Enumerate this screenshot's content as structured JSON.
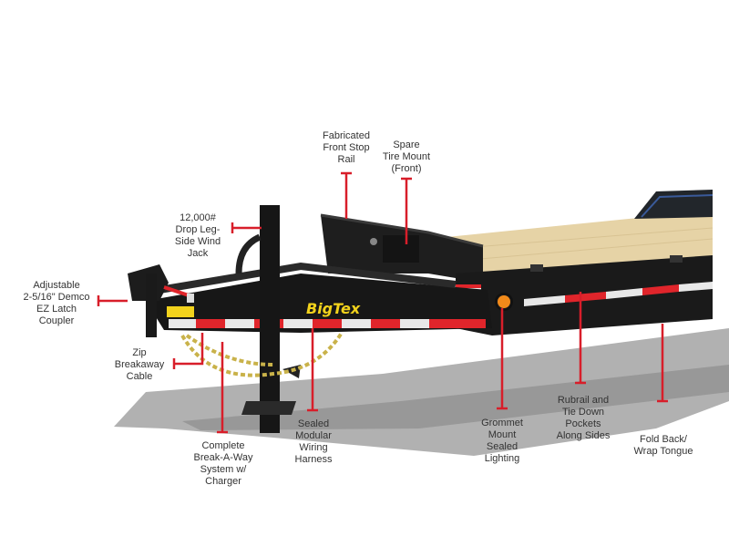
{
  "image": {
    "subject": "Big Tex equipment trailer, front three-quarter view with feature callouts",
    "colors": {
      "background": "#ffffff",
      "frame": "#1a1a1a",
      "deck_wood": "#e6d3a6",
      "callout": "#d81e2a",
      "reflector_red": "#e0252b",
      "reflector_white": "#e8e8e8",
      "brand_yellow": "#f2d21c",
      "marker_light": "#f28a1a",
      "chain": "#c9b24a",
      "shadow": "#9a9a9a",
      "label_text": "#333333"
    }
  },
  "brand": {
    "logo_text": "BigTex"
  },
  "callouts": [
    {
      "id": "front-stop-rail",
      "text": "Fabricated\nFront Stop\nRail"
    },
    {
      "id": "spare-tire-mount",
      "text": "Spare\nTire Mount\n(Front)"
    },
    {
      "id": "drop-leg-jack",
      "text": "12,000#\nDrop Leg-\nSide Wind\nJack"
    },
    {
      "id": "coupler",
      "text": "Adjustable\n2-5/16\" Demco\nEZ Latch\nCoupler"
    },
    {
      "id": "breakaway-cable",
      "text": "Zip\nBreakaway\nCable"
    },
    {
      "id": "breakaway-system",
      "text": "Complete\nBreak-A-Way\nSystem w/\nCharger"
    },
    {
      "id": "wiring-harness",
      "text": "Sealed\nModular\nWiring\nHarness"
    },
    {
      "id": "grommet-lighting",
      "text": "Grommet\nMount\nSealed\nLighting"
    },
    {
      "id": "rubrail-pockets",
      "text": "Rubrail and\nTie Down\nPockets\nAlong Sides"
    },
    {
      "id": "fold-back-tongue",
      "text": "Fold Back/\nWrap Tongue"
    }
  ]
}
